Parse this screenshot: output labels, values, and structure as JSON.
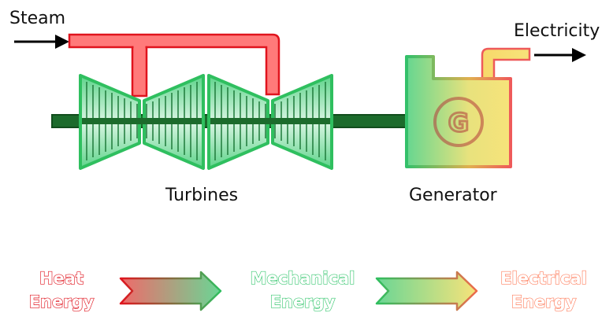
{
  "labels": {
    "steam": "Steam",
    "electricity": "Electricity",
    "turbines": "Turbines",
    "generator": "Generator",
    "generator_symbol": "G"
  },
  "energy_chain": [
    {
      "line1": "Heat",
      "line2": "Energy",
      "fill": "#ffffff",
      "stroke": "#e0141e"
    },
    {
      "line1": "Mechanical",
      "line2": "Energy",
      "fill": "#ffffff",
      "stroke": "#3cc873"
    },
    {
      "line1": "Electrical",
      "line2": "Energy",
      "fill": "#ffffff",
      "stroke": "#ff8060"
    }
  ],
  "colors": {
    "steam_pipe_fill": "#ff7a7a",
    "steam_pipe_stroke": "#e0141e",
    "shaft": "#1c6b2c",
    "turbine_fill": "#7ddba0",
    "turbine_stroke": "#2fbf5f",
    "generator_green": "#5dd389",
    "generator_yellow": "#f5e47a",
    "generator_red": "#ee5f5f",
    "arrow_black": "#000000"
  }
}
